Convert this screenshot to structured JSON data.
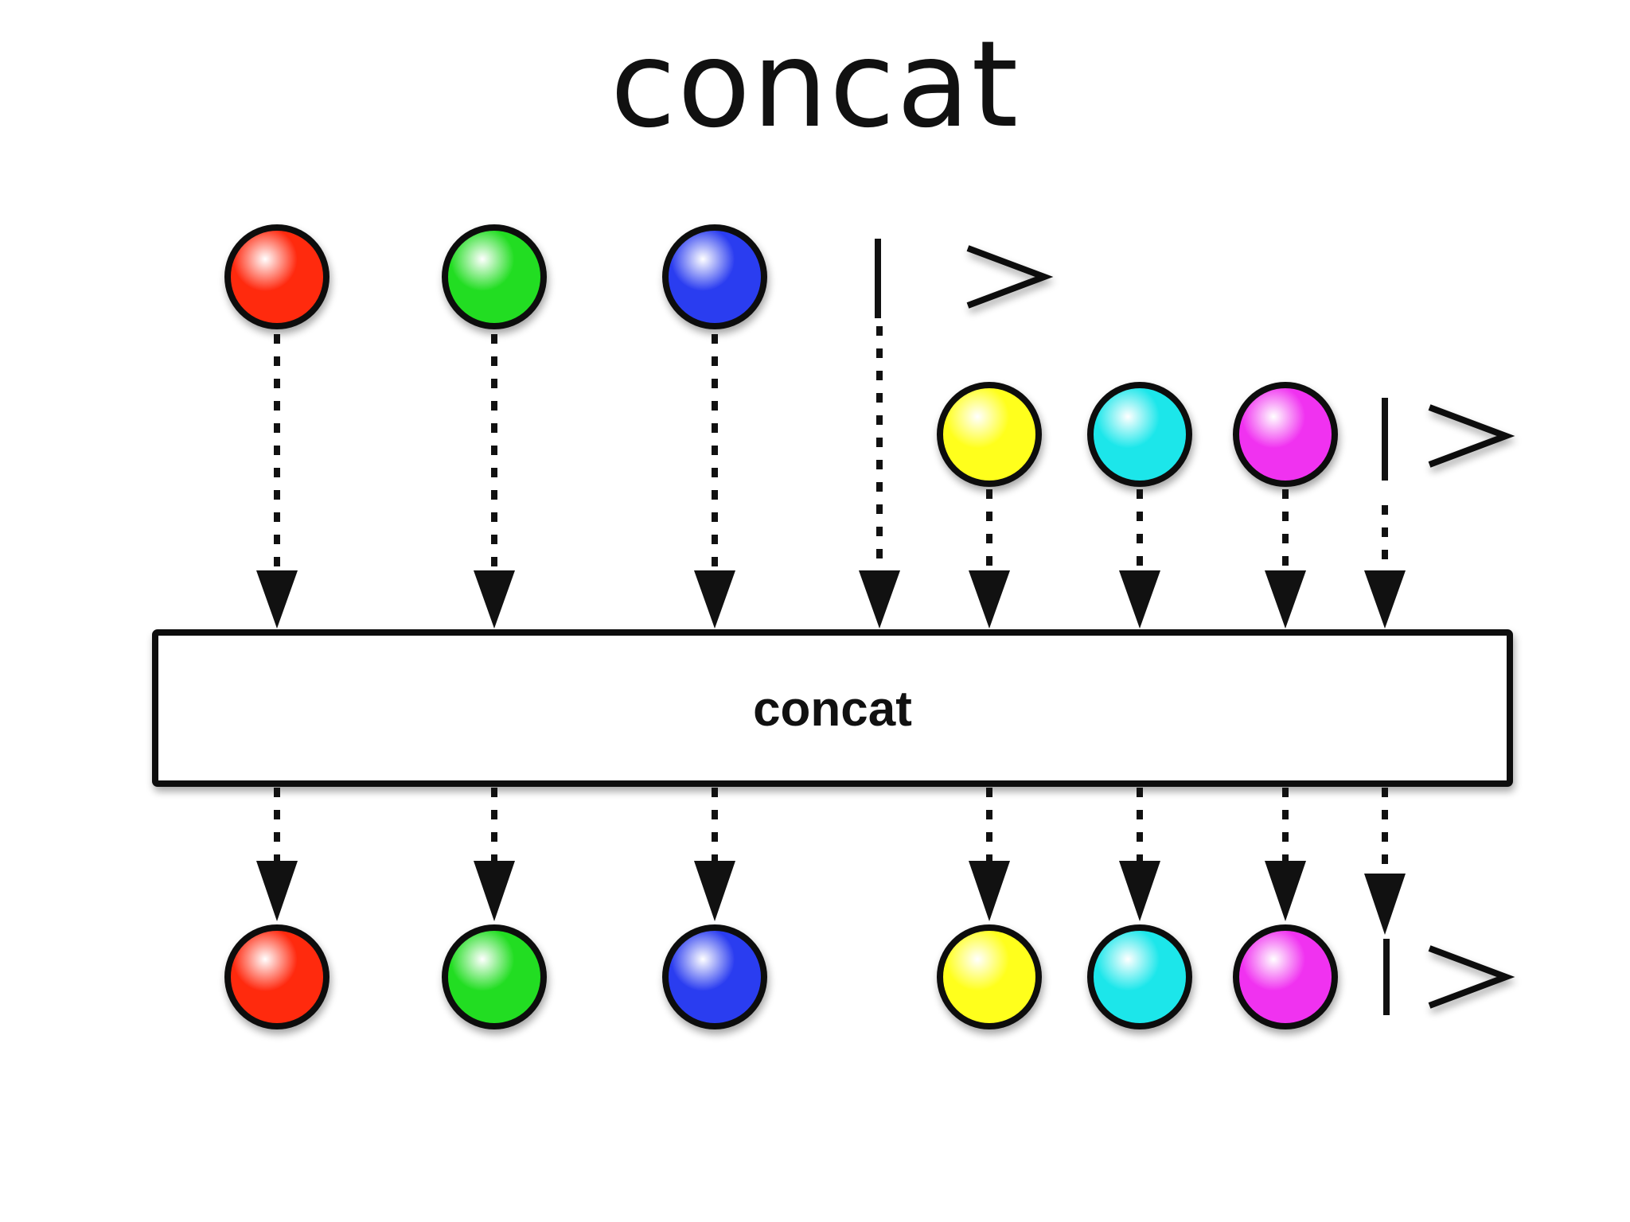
{
  "title": "concat",
  "operator_label": "concat",
  "colors": {
    "red": "#ff2a10",
    "green": "#22dd22",
    "blue": "#2a3cf0",
    "yellow": "#ffff1a",
    "cyan": "#1ae6ea",
    "magenta": "#f030f0",
    "line": "#111111",
    "box_fill": "#ffffff"
  },
  "streams": {
    "first_input": [
      "red",
      "green",
      "blue"
    ],
    "second_input": [
      "yellow",
      "cyan",
      "magenta"
    ],
    "output": [
      "red",
      "green",
      "blue",
      "yellow",
      "cyan",
      "magenta"
    ]
  }
}
